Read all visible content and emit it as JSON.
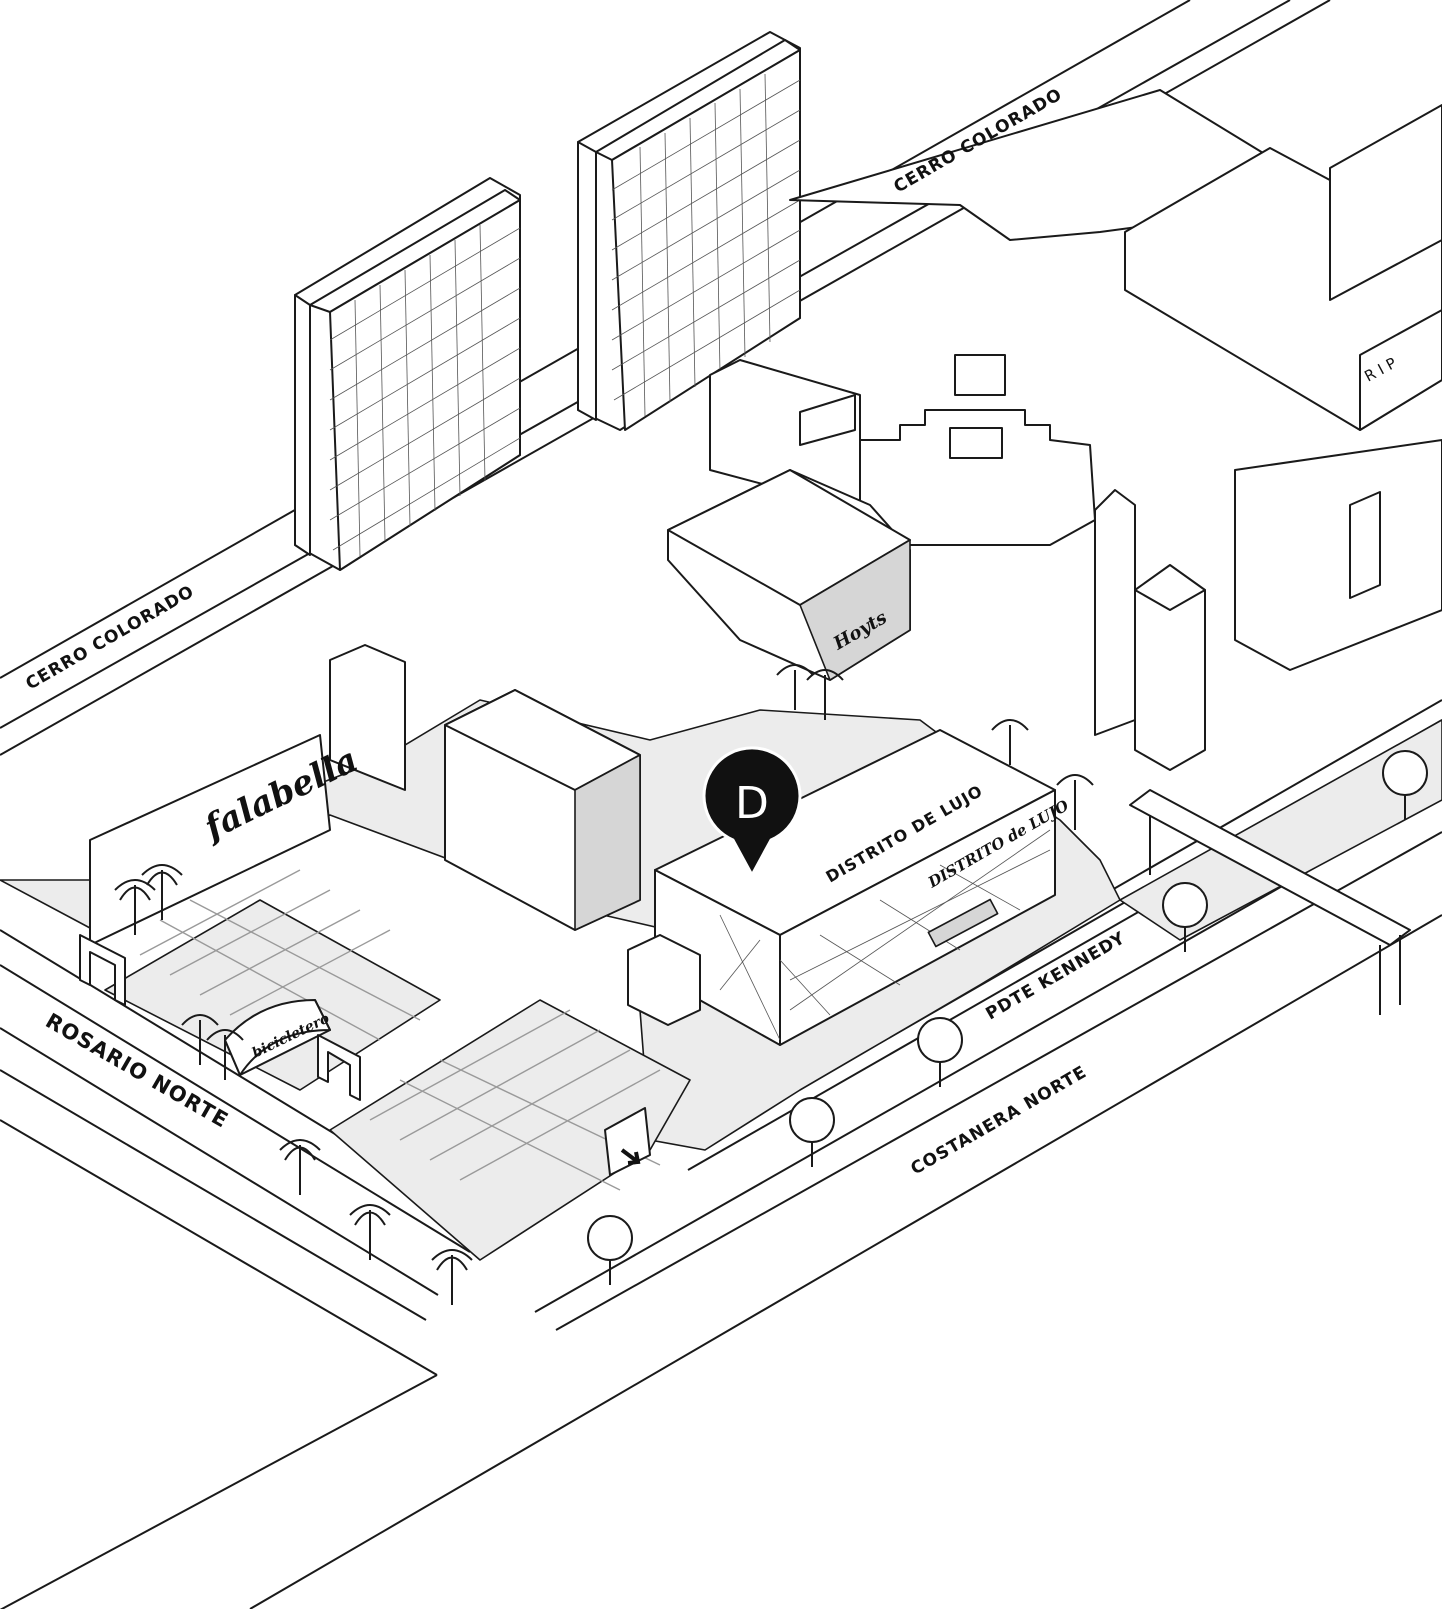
{
  "streets": {
    "cerro_colorado_left": "CERRO COLORADO",
    "cerro_colorado_top": "CERRO COLORADO",
    "rosario_norte": "ROSARIO NORTE",
    "pdte_kennedy": "PDTE KENNEDY",
    "costanera_norte": "COSTANERA NORTE"
  },
  "buildings": {
    "falabella": "falabella",
    "hoyts": "Hoyts",
    "distrito_de_lujo": "DISTRITO DE LUJO",
    "distrito_de_lujo_sign": "DISTRITO de LUJO",
    "bicicletero": "bicicletero",
    "ripley_partial": "R I P"
  },
  "marker": {
    "letter": "D",
    "color": "#111111"
  },
  "colors": {
    "ground": "#ececec",
    "background": "#ffffff",
    "line": "#1a1a1a"
  },
  "icons": [
    "location-pin-icon",
    "palm-tree-icon",
    "tree-icon",
    "entry-arrow-icon"
  ]
}
